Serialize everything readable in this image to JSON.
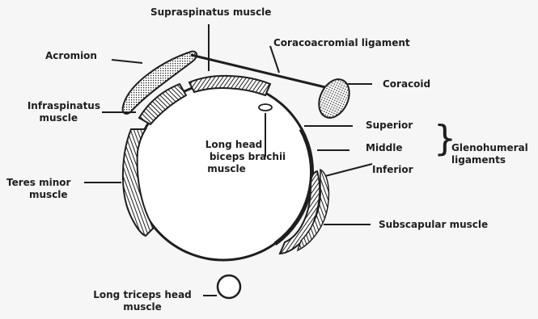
{
  "labels": {
    "supraspinatus": "Supraspinatus muscle",
    "coracoacromial": "Coracoacromial ligament",
    "acromion": "Acromion",
    "coracoid": "Coracoid",
    "infraspinatus_1": "Infraspinatus",
    "infraspinatus_2": "muscle",
    "superior": "Superior",
    "middle": "Middle",
    "inferior": "Inferior",
    "glenohumeral_1": "Glenohumeral",
    "glenohumeral_2": "ligaments",
    "biceps_1": "Long head",
    "biceps_2": "biceps brachii",
    "biceps_3": "muscle",
    "teres_1": "Teres minor",
    "teres_2": "muscle",
    "subscapular": "Subscapular muscle",
    "triceps_1": "Long triceps head",
    "triceps_2": "muscle"
  },
  "colors": {
    "ink": "#1e1e1e",
    "background": "#f6f6f6"
  }
}
